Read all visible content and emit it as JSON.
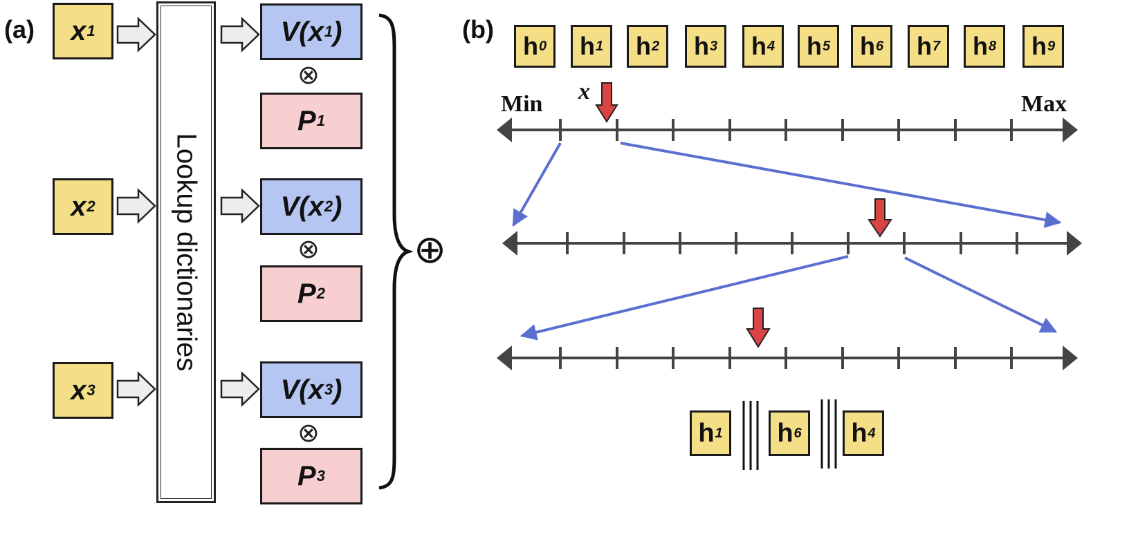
{
  "panel_a": {
    "label": "(a)",
    "inputs": [
      {
        "base": "x",
        "sub": "1"
      },
      {
        "base": "x",
        "sub": "2"
      },
      {
        "base": "x",
        "sub": "3"
      }
    ],
    "lookup_label": "Lookup dictionaries",
    "values": [
      {
        "pre": "V(x",
        "sub": "1",
        "post": ")"
      },
      {
        "pre": "V(x",
        "sub": "2",
        "post": ")"
      },
      {
        "pre": "V(x",
        "sub": "3",
        "post": ")"
      }
    ],
    "positions": [
      {
        "base": "P",
        "sub": "1"
      },
      {
        "base": "P",
        "sub": "2"
      },
      {
        "base": "P",
        "sub": "3"
      }
    ],
    "otimes_symbol": "⊗",
    "oplus_symbol": "⊕"
  },
  "panel_b": {
    "label": "(b)",
    "hashes": [
      {
        "base": "h",
        "sub": "0"
      },
      {
        "base": "h",
        "sub": "1"
      },
      {
        "base": "h",
        "sub": "2"
      },
      {
        "base": "h",
        "sub": "3"
      },
      {
        "base": "h",
        "sub": "4"
      },
      {
        "base": "h",
        "sub": "5"
      },
      {
        "base": "h",
        "sub": "6"
      },
      {
        "base": "h",
        "sub": "7"
      },
      {
        "base": "h",
        "sub": "8"
      },
      {
        "base": "h",
        "sub": "9"
      }
    ],
    "min_label": "Min",
    "max_label": "Max",
    "x_label": "x",
    "result": [
      {
        "base": "h",
        "sub": "1"
      },
      {
        "base": "h",
        "sub": "6"
      },
      {
        "base": "h",
        "sub": "4"
      }
    ]
  },
  "colors": {
    "yellow": "#f5df86",
    "blue": "#b6c6f2",
    "pink": "#f7cfd0",
    "arrow_red": "#d94545",
    "connector_blue": "#5b6fd0",
    "axis_gray": "#444444"
  }
}
